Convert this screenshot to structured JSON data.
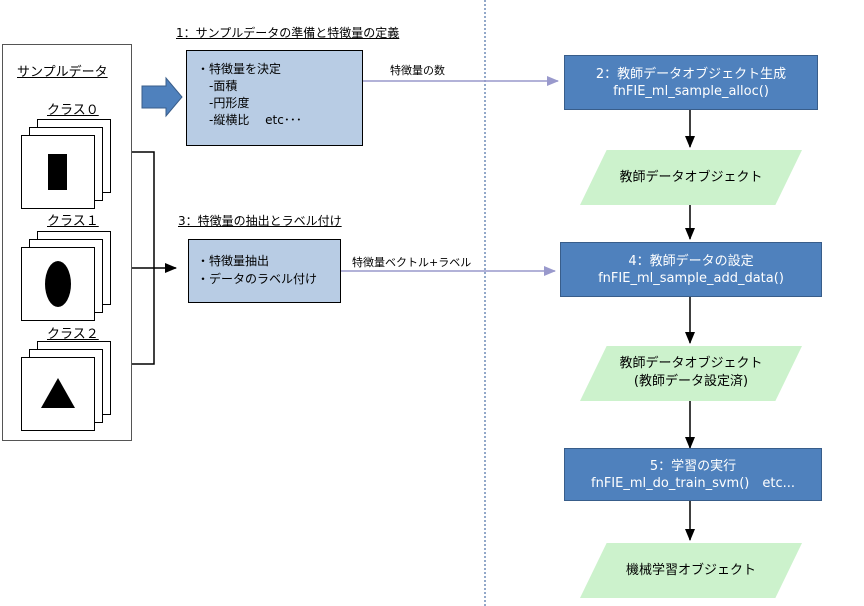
{
  "headers": {
    "step1": "1：サンプルデータの準備と特徴量の定義",
    "step3": "3：特徴量の抽出とラベル付け"
  },
  "sample_panel": {
    "title": "サンプルデータ",
    "classes": [
      "クラス０",
      "クラス１",
      "クラス２"
    ]
  },
  "feature_box": {
    "lines": [
      "・特徴量を決定",
      "　-面積",
      "　-円形度",
      "　-縦横比　 etc･･･"
    ]
  },
  "extract_box": {
    "lines": [
      "・特徴量抽出",
      "・データのラベル付け"
    ]
  },
  "arrow_labels": {
    "features": "特徴量の数",
    "vector_label": "特徴量ベクトル+ラベル"
  },
  "flow": {
    "step2": {
      "title": "2：教師データオブジェクト生成",
      "func": "fnFIE_ml_sample_alloc()"
    },
    "obj1": "教師データオブジェクト",
    "step4": {
      "title": "4：教師データの設定",
      "func": "fnFIE_ml_sample_add_data()"
    },
    "obj2": {
      "line1": "教師データオブジェクト",
      "line2": "(教師データ設定済)"
    },
    "step5": {
      "title": "5：学習の実行",
      "func": "fnFIE_ml_do_train_svm()　etc..."
    },
    "obj3": "機械学習オブジェクト"
  },
  "colors": {
    "step_fill": "#4f81bd",
    "note_fill": "#b8cce4",
    "object_fill": "#ccf2cc",
    "arrow_line": "#9999cc",
    "divider": "#4a6fa5"
  }
}
